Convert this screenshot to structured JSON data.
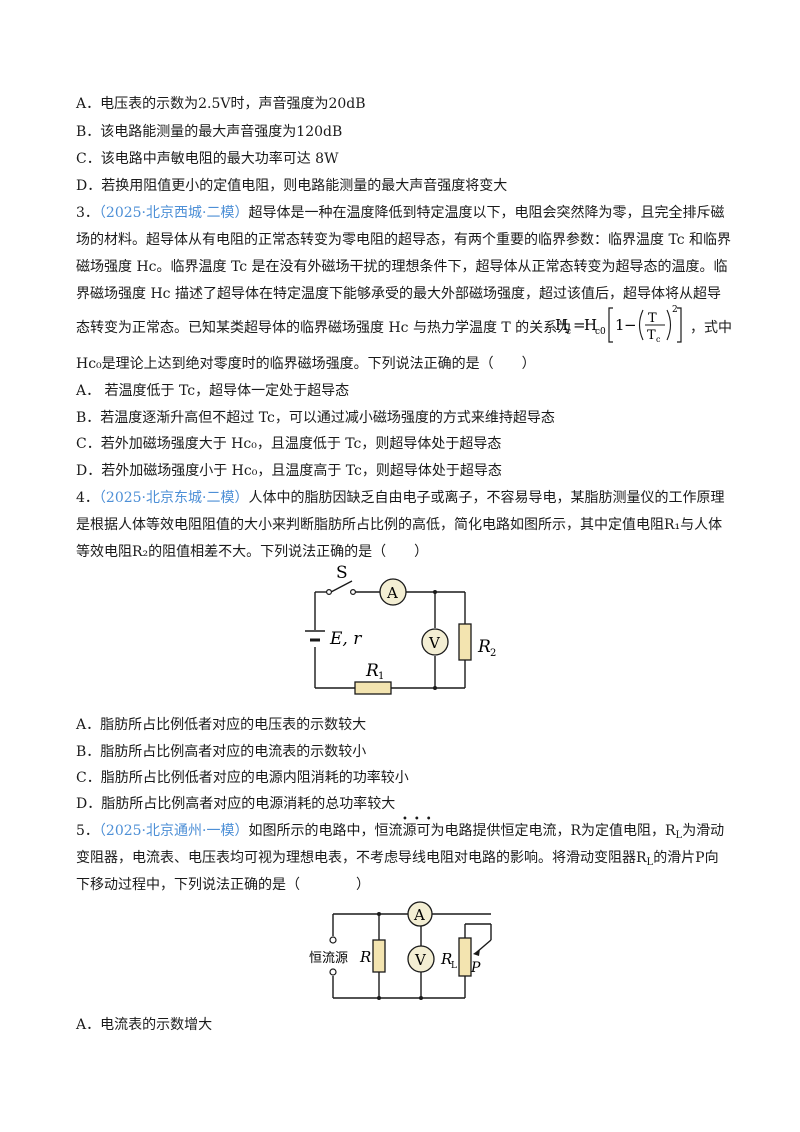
{
  "q2_options": {
    "a": "A．电压表的示数为2.5V时，声音强度为20dB",
    "b": "B．该电路能测量的最大声音强度为120dB",
    "c": "C．该电路中声敏电阻的最大功率可达 8W",
    "d": "D．若换用阻值更小的定值电阻，则电路能测量的最大声音强度将变大"
  },
  "q3": {
    "num": "3．",
    "source": "（2025·北京西城·二模）",
    "line1": "超导体是一种在温度降低到特定温度以下，电阻会突然降为零，且完全排斥磁",
    "line2": "场的材料。超导体从有电阻的正常态转变为零电阻的超导态，有两个重要的临界参数：临界温度 Tc 和临界",
    "line3": "磁场强度 Hc。临界温度 Tc 是在没有外磁场干扰的理想条件下，超导体从正常态转变为超导态的温度。临",
    "line4": "界磁场强度 Hc 描述了超导体在特定温度下能够承受的最大外部磁场强度，超过该值后，超导体将从超导",
    "line5": "态转变为正常态。已知某类超导体的临界磁场强度 Hc 与热力学温度 T 的关系为",
    "line5_end": "，式中",
    "formula": {
      "lhs": "H",
      "lhs_sub": "c",
      "eq": "=",
      "coef": "H",
      "coef_sub": "c0",
      "one": "1",
      "minus": "−",
      "num": "T",
      "den": "T",
      "den_sub": "c",
      "power": "2"
    },
    "line6": "Hc₀是理论上达到绝对零度时的临界磁场强度。下列说法正确的是（　　）",
    "options": {
      "a": "A．  若温度低于 Tc，超导体一定处于超导态",
      "b": "B．若温度逐渐升高但不超过 Tc，可以通过减小磁场强度的方式来维持超导态",
      "c": "C．若外加磁场强度大于 Hc₀，且温度低于 Tc，则超导体处于超导态",
      "d": "D．若外加磁场强度小于 Hc₀，且温度高于 Tc，则超导体处于超导态"
    }
  },
  "q4": {
    "num": "4．",
    "source": "（2025·北京东城·二模）",
    "line1": "人体中的脂肪因缺乏自由电子或离子，不容易导电，某脂肪测量仪的工作原理",
    "line2": "是根据人体等效电阻阻值的大小来判断脂肪所占比例的高低，简化电路如图所示，其中定值电阻R₁与人体",
    "line3": "等效电阻R₂的阻值相差不大。下列说法正确的是（　　）",
    "figure": {
      "switch": "S",
      "ammeter": "A",
      "voltmeter": "V",
      "source": "E, r",
      "r1": "R",
      "r1_sub": "1",
      "r2": "R",
      "r2_sub": "2"
    },
    "options": {
      "a": "A．脂肪所占比例低者对应的电压表的示数较大",
      "b": "B．脂肪所占比例高者对应的电流表的示数较小",
      "c": "C．脂肪所占比例低者对应的电源内阻消耗的功率较小",
      "d": "D．脂肪所占比例高者对应的电源消耗的总功率较大"
    }
  },
  "q5": {
    "num": "5．",
    "source": "（2025·北京通州·一模）",
    "line1": "如图所示的电路中，恒流源可为电路提供恒定电流，R为定值电阻，R",
    "line1_sub": "L",
    "line1_end": "为滑动",
    "line2a": "变阻器，电流表、电压表均可视为理想电表，不考虑导线电阻对电路的影响。将滑动变阻器R",
    "line2_sub": "L",
    "line2_end": "的滑片P向",
    "line3": "下移动过程中，下列说法正确的是（　　　　）",
    "figure": {
      "source_label": "恒流源",
      "r": "R",
      "voltmeter": "V",
      "ammeter": "A",
      "rl": "R",
      "rl_sub": "L",
      "p": "P"
    },
    "option_a": "A．电流表的示数增大"
  }
}
